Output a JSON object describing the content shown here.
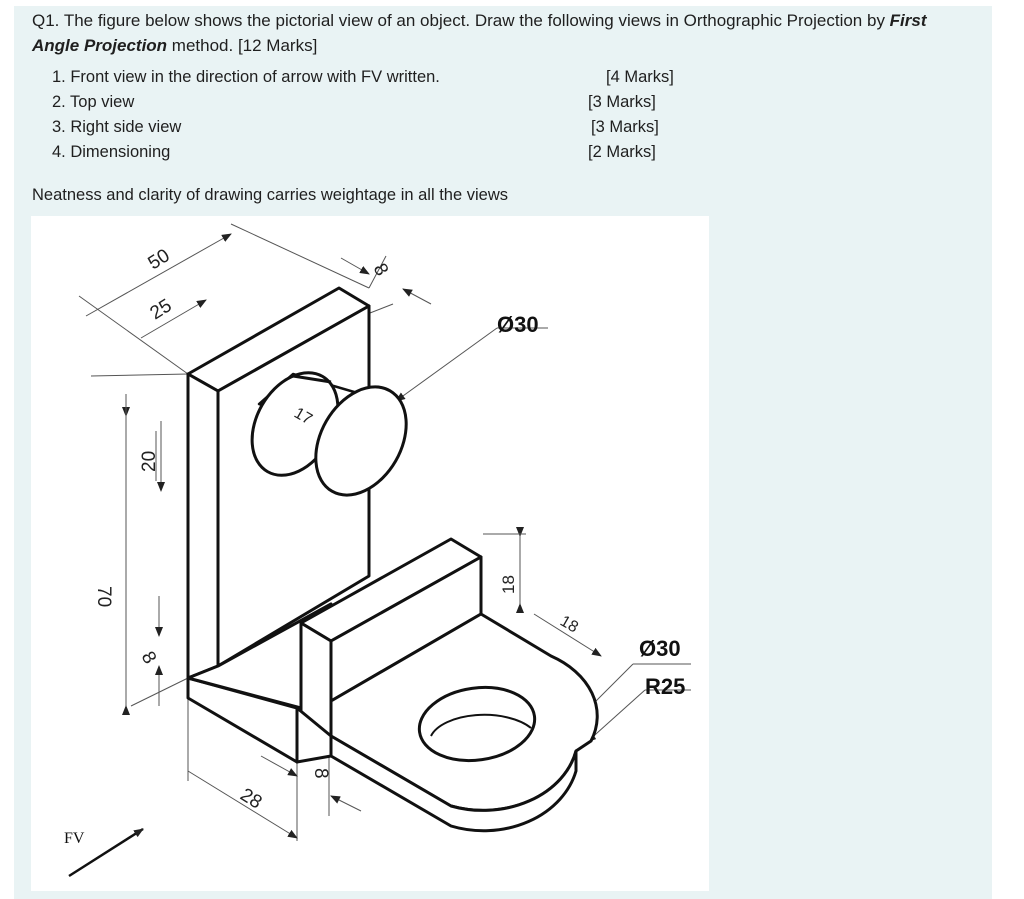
{
  "question": {
    "prefix": "Q1. The figure below shows the pictorial view of an object. Draw the following views in Orthographic Projection by ",
    "emph1": "First",
    "emph2": "Angle Projection",
    "suffix": " method.  [12 Marks]"
  },
  "tasks": [
    {
      "label": "1.  Front view in the direction of arrow with FV written.",
      "marks": "[4 Marks]"
    },
    {
      "label": "2.  Top view",
      "marks": "[3 Marks]"
    },
    {
      "label": "3.  Right side view",
      "marks": "[3 Marks]"
    },
    {
      "label": "4.  Dimensioning",
      "marks": "[2 Marks]"
    }
  ],
  "note": "Neatness and clarity of drawing carries weightage in all the views",
  "figure": {
    "dims": {
      "d50": "50",
      "d25": "25",
      "d8_top": "8",
      "phi30_top": "Ø30",
      "d17": "17",
      "d20": "20",
      "d70": "70",
      "d8_left": "8",
      "d18_vert": "18",
      "d18_diag": "18",
      "phi30_right": "Ø30",
      "r25": "R25",
      "d28": "28",
      "d8_bottom": "8"
    },
    "fv_label": "FV"
  }
}
